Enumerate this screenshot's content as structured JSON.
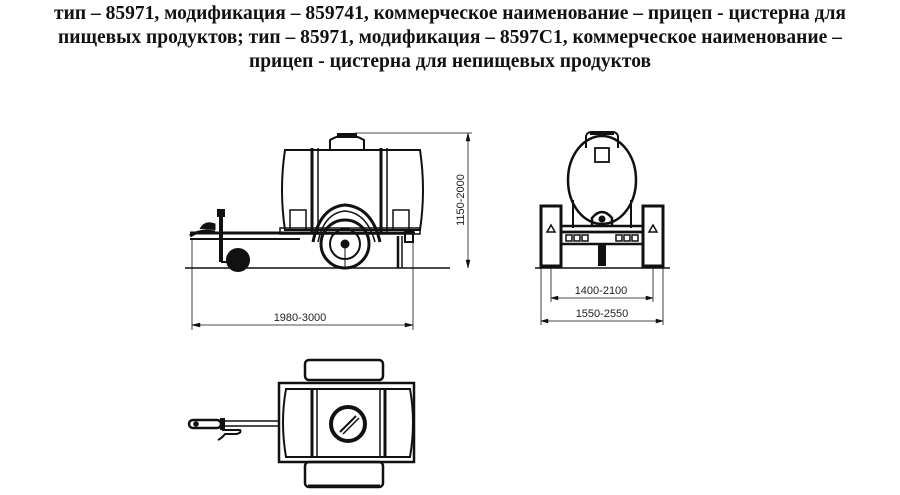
{
  "caption": {
    "line1": "тип – 85971, модификация – 859741, коммерческое наименование – прицеп - цистерна для",
    "line2": "пищевых продуктов; тип – 85971, модификация – 8597С1, коммерческое наименование –",
    "line3": "прицеп - цистерна для непищевых продуктов"
  },
  "views": {
    "side": {
      "name": "side view",
      "length_dim": "1980-3000",
      "height_dim": "1150-2000"
    },
    "rear": {
      "name": "rear view",
      "track_dim": "1400-2100",
      "width_dim": "1550-2550"
    },
    "top": {
      "name": "top view"
    }
  },
  "colors": {
    "line": "#111111",
    "background": "#ffffff"
  }
}
